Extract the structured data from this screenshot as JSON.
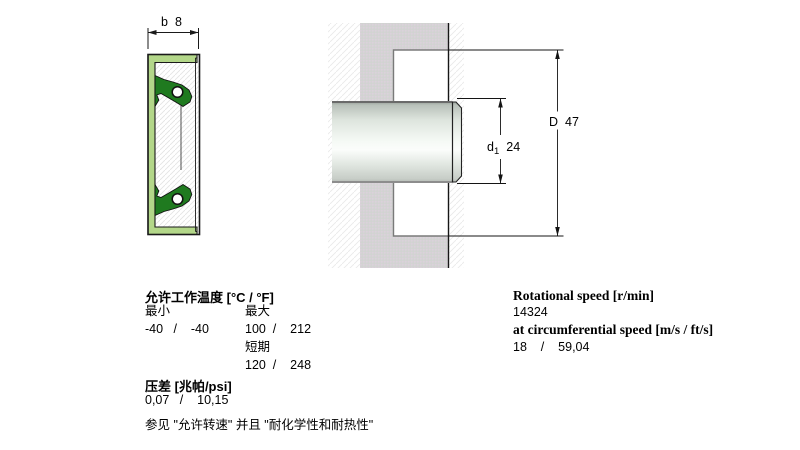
{
  "dimensions": {
    "b": {
      "symbol": "b",
      "value": "8"
    },
    "D": {
      "symbol": "D",
      "value": "47"
    },
    "d1": {
      "symbol": "d",
      "subscript": "1",
      "value": "24"
    }
  },
  "drawing_colors": {
    "casing_light_green": "#b3d789",
    "lip_dark_green": "#1f7a1f",
    "housing_gray": "#d5d1d5",
    "outline_black": "#1a1a1a"
  },
  "specs_left": {
    "temperature": {
      "heading": "允许工作温度 [°C / °F]",
      "min_label": "最小",
      "max_label": "最大",
      "min_value": "-40   /    -40",
      "max_value": "100  /    212",
      "short_term_label": "短期",
      "short_term_value": "120  /    248"
    },
    "pressure": {
      "heading": "压差 [兆帕/psi]",
      "value": "0,07   /    10,15"
    },
    "note": "参见 \"允许转速\" 并且 \"耐化学性和耐热性\""
  },
  "specs_right": {
    "rotational_speed": {
      "heading": "Rotational speed [r/min]",
      "value": "14324"
    },
    "circumferential_speed": {
      "heading": "at circumferential speed [m/s / ft/s]",
      "value": "18    /    59,04"
    }
  }
}
